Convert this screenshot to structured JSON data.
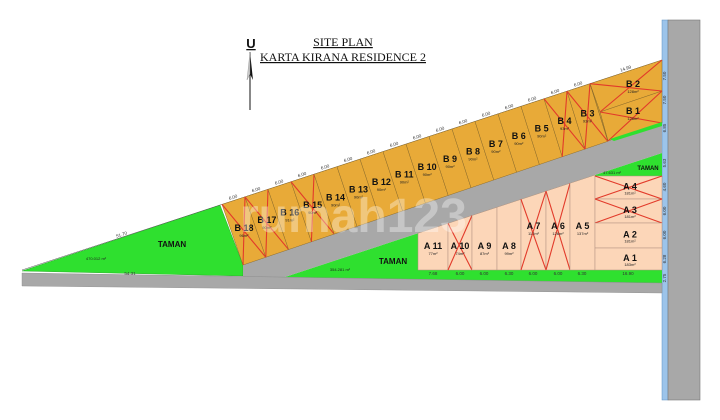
{
  "title": {
    "line1": "SITE PLAN",
    "line2": "KARTA KIRANA RESIDENCE 2"
  },
  "north": {
    "label": "U"
  },
  "watermark": "rumah123",
  "colors": {
    "lot_b": "#e8aa38",
    "lot_a": "#fcd6b8",
    "green": "#2fe02f",
    "road": "#a8a8a8",
    "canal": "#9cc4ea",
    "cross": "#e23a2a"
  },
  "taman": [
    {
      "label": "TAMAN",
      "area": "470.012 m²"
    },
    {
      "label": "TAMAN",
      "area": "354.281 m²"
    },
    {
      "label": "TAMAN",
      "area": "47.631 m²"
    }
  ],
  "block_b": [
    {
      "name": "B 18",
      "area": "96m²",
      "crossed": true
    },
    {
      "name": "B 17",
      "area": "90m²",
      "crossed": true
    },
    {
      "name": "B 16",
      "area": "91m²",
      "crossed": false
    },
    {
      "name": "B 15",
      "area": "90m²",
      "crossed": true
    },
    {
      "name": "B 14",
      "area": "90m²",
      "crossed": false
    },
    {
      "name": "B 13",
      "area": "90m²",
      "crossed": false
    },
    {
      "name": "B 12",
      "area": "90m²",
      "crossed": false
    },
    {
      "name": "B 11",
      "area": "90m²",
      "crossed": false
    },
    {
      "name": "B 10",
      "area": "90m²",
      "crossed": false
    },
    {
      "name": "B 9",
      "area": "90m²",
      "crossed": false
    },
    {
      "name": "B 8",
      "area": "90m²",
      "crossed": false
    },
    {
      "name": "B 7",
      "area": "90m²",
      "crossed": false
    },
    {
      "name": "B 6",
      "area": "90m²",
      "crossed": false
    },
    {
      "name": "B 5",
      "area": "90m²",
      "crossed": false
    },
    {
      "name": "B 4",
      "area": "93m²",
      "crossed": true
    },
    {
      "name": "B 3",
      "area": "93m²",
      "crossed": true
    }
  ],
  "block_b_corner": [
    {
      "name": "B 2",
      "area": "128m²",
      "crossed": true
    },
    {
      "name": "B 1",
      "area": "128m²",
      "crossed": true
    }
  ],
  "block_a_row": [
    {
      "name": "A 11",
      "area": "77m²",
      "crossed": false
    },
    {
      "name": "A 10",
      "area": "74m²",
      "crossed": true
    },
    {
      "name": "A 9",
      "area": "87m²",
      "crossed": false
    },
    {
      "name": "A 8",
      "area": "99m²",
      "crossed": false
    },
    {
      "name": "A 7",
      "area": "117m²",
      "crossed": true
    },
    {
      "name": "A 6",
      "area": "126m²",
      "crossed": true
    },
    {
      "name": "A 5",
      "area": "137m²",
      "crossed": false
    }
  ],
  "block_a_stack": [
    {
      "name": "A 4",
      "area": "181m²",
      "crossed": true
    },
    {
      "name": "A 3",
      "area": "181m²",
      "crossed": true
    },
    {
      "name": "A 2",
      "area": "181m²",
      "crossed": false
    },
    {
      "name": "A 1",
      "area": "183m²",
      "crossed": false
    }
  ],
  "dims": {
    "b_front": "6.00",
    "b_corner_front": "14.99",
    "taman_left_top": "51.70",
    "taman_left_bottom": "54.31",
    "a_front": [
      "7.68",
      "6.00",
      "6.00",
      "6.30",
      "6.00",
      "6.00",
      "6.30",
      "16.90"
    ],
    "right_side": [
      "7.50",
      "7.50",
      "6.85",
      "5.63",
      "4.60",
      "6.00",
      "6.00",
      "6.28",
      "2.75"
    ]
  }
}
